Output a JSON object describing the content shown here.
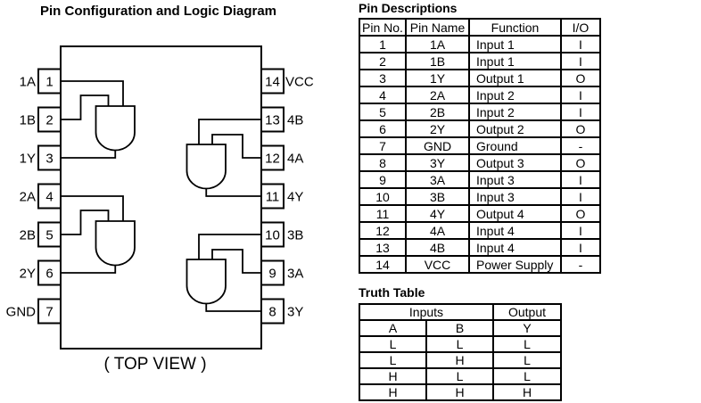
{
  "diagram": {
    "title": "Pin Configuration and Logic Diagram",
    "caption": "( TOP VIEW )",
    "left_pins": [
      {
        "num": "1",
        "label": "1A"
      },
      {
        "num": "2",
        "label": "1B"
      },
      {
        "num": "3",
        "label": "1Y"
      },
      {
        "num": "4",
        "label": "2A"
      },
      {
        "num": "5",
        "label": "2B"
      },
      {
        "num": "6",
        "label": "2Y"
      },
      {
        "num": "7",
        "label": "GND"
      }
    ],
    "right_pins": [
      {
        "num": "14",
        "label": "VCC"
      },
      {
        "num": "13",
        "label": "4B"
      },
      {
        "num": "12",
        "label": "4A"
      },
      {
        "num": "11",
        "label": "4Y"
      },
      {
        "num": "10",
        "label": "3B"
      },
      {
        "num": "9",
        "label": "3A"
      },
      {
        "num": "8",
        "label": "3Y"
      }
    ]
  },
  "pin_descriptions": {
    "title": "Pin Descriptions",
    "headers": [
      "Pin No.",
      "Pin Name",
      "Function",
      "I/O"
    ],
    "rows": [
      [
        "1",
        "1A",
        "Input 1",
        "I"
      ],
      [
        "2",
        "1B",
        "Input 1",
        "I"
      ],
      [
        "3",
        "1Y",
        "Output 1",
        "O"
      ],
      [
        "4",
        "2A",
        "Input 2",
        "I"
      ],
      [
        "5",
        "2B",
        "Input 2",
        "I"
      ],
      [
        "6",
        "2Y",
        "Output 2",
        "O"
      ],
      [
        "7",
        "GND",
        "Ground",
        "-"
      ],
      [
        "8",
        "3Y",
        "Output 3",
        "O"
      ],
      [
        "9",
        "3A",
        "Input 3",
        "I"
      ],
      [
        "10",
        "3B",
        "Input 3",
        "I"
      ],
      [
        "11",
        "4Y",
        "Output 4",
        "O"
      ],
      [
        "12",
        "4A",
        "Input 4",
        "I"
      ],
      [
        "13",
        "4B",
        "Input 4",
        "I"
      ],
      [
        "14",
        "VCC",
        "Power Supply",
        "-"
      ]
    ]
  },
  "truth_table": {
    "title": "Truth Table",
    "group_headers": [
      "Inputs",
      "Output"
    ],
    "col_headers": [
      "A",
      "B",
      "Y"
    ],
    "rows": [
      [
        "L",
        "L",
        "L"
      ],
      [
        "L",
        "H",
        "L"
      ],
      [
        "H",
        "L",
        "L"
      ],
      [
        "H",
        "H",
        "H"
      ]
    ]
  }
}
